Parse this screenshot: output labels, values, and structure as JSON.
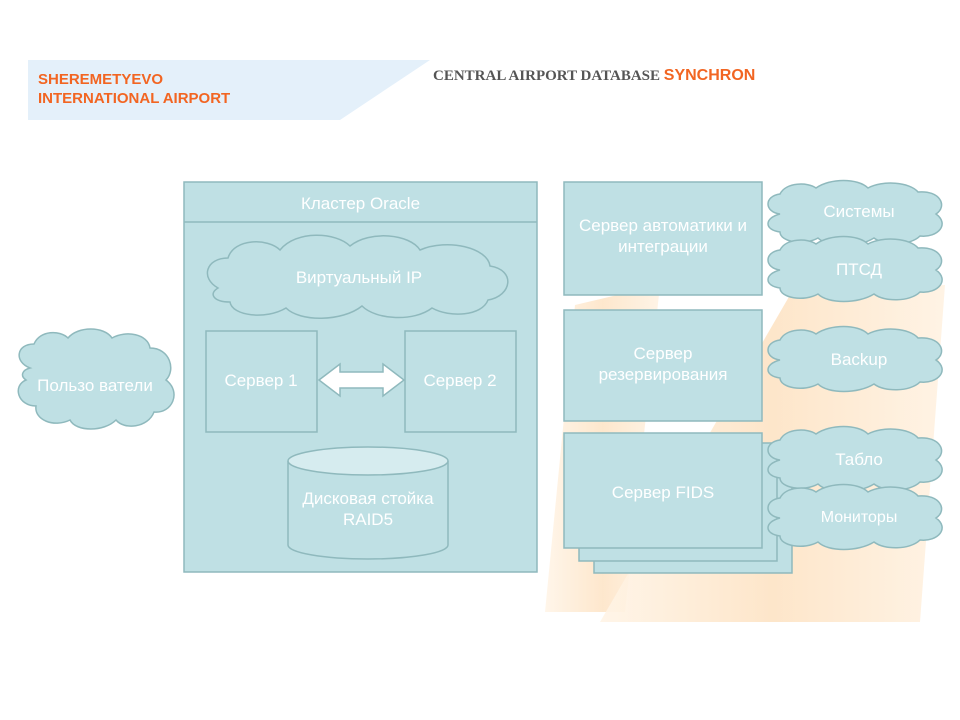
{
  "header": {
    "org_line1": "SHEREMETYEVO",
    "org_line2": "INTERNATIONAL AIRPORT",
    "title_main": "CENTRAL AIRPORT DATABASE",
    "title_accent": "SYNCHRON"
  },
  "cluster": {
    "title": "Кластер Oracle",
    "virtual_ip": "Виртуальный IP",
    "server1": "Сервер 1",
    "server2": "Сервер 2",
    "storage": "Дисковая стойка RAID5"
  },
  "users": "Пользо ватели",
  "servers": {
    "automation": "Сервер автоматики и интеграции",
    "reservation": "Сервер резервирования",
    "fids": "Сервер FIDS"
  },
  "clouds": {
    "systems": "Системы",
    "ptsd": "ПТСД",
    "backup": "Backup",
    "tablo": "Табло",
    "monitors": "Мониторы"
  },
  "colors": {
    "box_fill": "#bfe0e4",
    "box_stroke": "#8fb9bd",
    "orange_accent": "#f26522",
    "banner": "#e4f0fa",
    "stripe": "#fde3c4"
  }
}
